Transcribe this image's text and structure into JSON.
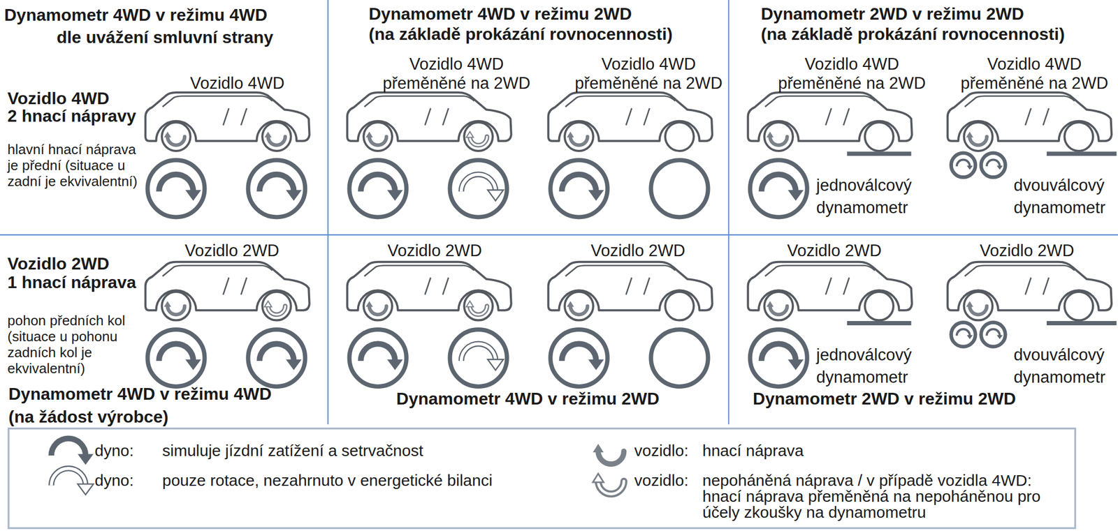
{
  "diagram": {
    "labels": [
      "Dynamometr 4WD v režimu 4WD",
      "dle uvážení smluvní strany",
      "Dynamometr 4WD v režimu 2WD",
      "(na základě prokázání rovnocennosti)",
      "Dynamometr 2WD v režimu 2WD",
      "(na základě prokázání rovnocennosti)",
      "Vozidlo 4WD",
      "2 hnací nápravy",
      "hlavní hnací náprava je přední (situace u zadní je ekvivalentní)",
      "Vozidlo 4WD",
      "Vozidlo 4WD přeměněné na 2WD",
      "Vozidlo 4WD přeměněné na 2WD",
      "Vozidlo 4WD přeměněné na 2WD",
      "Vozidlo 4WD přeměněné na 2WD",
      "jednoválcový dynamometr",
      "dvouválcový dynamometr",
      "Vozidlo 2WD",
      "1 hnací náprava",
      "pohon předních kol (situace u pohonu zadních kol je ekvivalentní)",
      "Vozidlo 2WD",
      "Vozidlo 2WD",
      "Vozidlo 2WD",
      "Vozidlo 2WD",
      "Vozidlo 2WD",
      "jednoválcový dynamometr",
      "dvouválcový dynamometr",
      "Dynamometr 4WD v režimu 4WD",
      "(na žádost výrobce)",
      "Dynamometr 4WD v režimu 2WD",
      "Dynamometr 2WD v režimu 2WD",
      "dyno:",
      "dyno:",
      "vozidlo:",
      "vozidlo:"
    ],
    "legend": [
      {
        "text": "simuluje jízdní zatížení a setrvačnost"
      },
      {
        "text": "pouze rotace, nezahrnuto v energetické bilanci"
      },
      {
        "text": "hnací náprava"
      },
      {
        "text": "nepoháněná náprava / v případě vozidla 4WD: hnací náprava přeměněná na nepoháněnou pro účely zkoušky na dynamometru"
      }
    ]
  }
}
